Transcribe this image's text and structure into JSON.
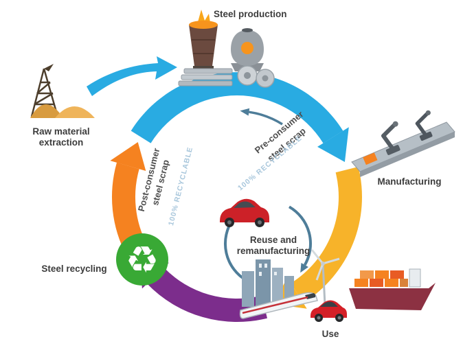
{
  "colors": {
    "arc_blue": "#29abe2",
    "arc_yellow": "#f7b32a",
    "arc_purple": "#7c2d8c",
    "arc_orange": "#f58220",
    "flow_gray": "#4e7d99",
    "recycle_green": "#39a935",
    "recyclable_text_blue": "#a9c7dc",
    "arc_text_gray": "#4d4d4d"
  },
  "stages": {
    "steel_production": {
      "label": "Steel production"
    },
    "raw_material": {
      "label_line1": "Raw material",
      "label_line2": "extraction"
    },
    "manufacturing": {
      "label": "Manufacturing"
    },
    "use": {
      "label": "Use"
    },
    "steel_recycling": {
      "label": "Steel recycling"
    },
    "reuse": {
      "label_line1": "Reuse and",
      "label_line2": "remanufacturing"
    }
  },
  "flows": {
    "pre_consumer": {
      "line1": "Pre-consumer",
      "line2": "steel scrap",
      "note": "100% RECYCLABLE"
    },
    "post_consumer": {
      "line1": "Post-consumer",
      "line2": "steel scrap",
      "note": "100% RECYCLABLE"
    }
  },
  "icons": {
    "recycle": "♻"
  }
}
